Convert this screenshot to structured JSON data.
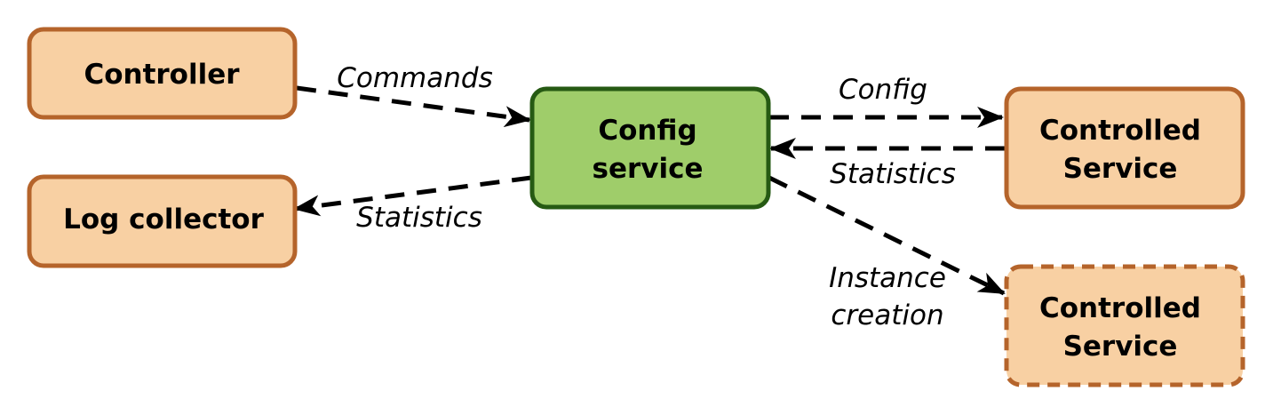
{
  "colors": {
    "node_fill": "#f8d0a3",
    "node_stroke": "#b5642b",
    "center_fill": "#9fcd6a",
    "center_stroke": "#265a13",
    "edge": "#000000"
  },
  "nodes": {
    "controller": {
      "lines": [
        "Controller"
      ]
    },
    "log_collector": {
      "lines": [
        "Log collector"
      ]
    },
    "config_service": {
      "lines": [
        "Config",
        "service"
      ]
    },
    "controlled_service": {
      "lines": [
        "Controlled",
        "Service"
      ]
    },
    "controlled_service_new": {
      "lines": [
        "Controlled",
        "Service"
      ]
    }
  },
  "edges": {
    "commands": {
      "label": "Commands"
    },
    "config": {
      "label": "Config"
    },
    "statistics_in": {
      "label": "Statistics"
    },
    "statistics_out": {
      "label": "Statistics"
    },
    "instance_creation": {
      "label_lines": [
        "Instance",
        "creation"
      ]
    }
  }
}
